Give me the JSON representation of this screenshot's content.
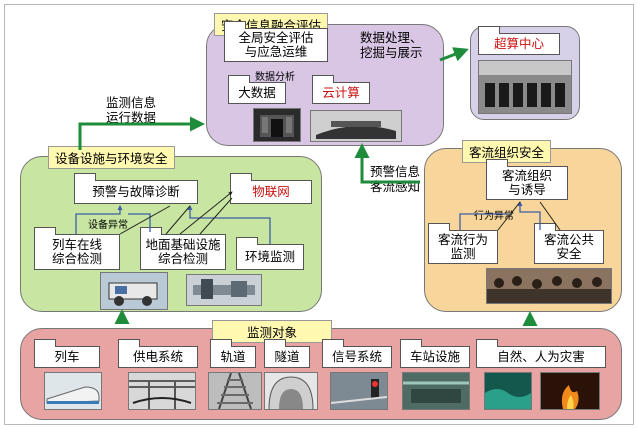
{
  "top": {
    "title": "安全信息融合评估",
    "box1": "全局安全评估\n与应急运维",
    "small": "数据分析",
    "bigdata": "大数据",
    "cloud": "云计算"
  },
  "super": {
    "title": "超算中心"
  },
  "arrow_labels": {
    "processing": "数据处理、\n挖掘与展示",
    "monitor_info": "监测信息\n运行数据",
    "warn_info": "预警信息\n客流感知"
  },
  "equipment": {
    "title": "设备设施与环境安全",
    "diag": "预警与故障诊断",
    "iot": "物联网",
    "abnormal": "设备异常",
    "train_detect": "列车在线\n综合检测",
    "ground_detect": "地面基础设施\n综合检测",
    "env": "环境监测"
  },
  "passenger": {
    "title": "客流组织安全",
    "org": "客流组织\n与诱导",
    "abnormal": "行为异常",
    "behavior": "客流行为\n监测",
    "public": "客流公共\n安全"
  },
  "objects": {
    "title": "监测对象",
    "items": [
      "列车",
      "供电系统",
      "轨道",
      "隧道",
      "信号系统",
      "车站设施",
      "自然、人为灾害"
    ]
  },
  "colors": {
    "top_region": "#d9c6e4",
    "equip_region": "#c8e6a2",
    "passenger_region": "#f8d59a",
    "objects_region": "#e8a3a3",
    "arrow": "#1e8c3a",
    "iot_red": "#cc1010"
  }
}
